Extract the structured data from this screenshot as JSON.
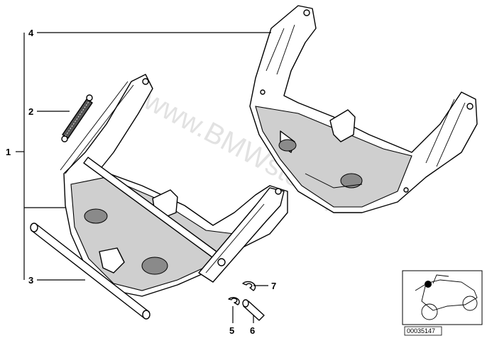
{
  "callouts": {
    "c1": "1",
    "c2": "2",
    "c3": "3",
    "c4": "4",
    "c5": "5",
    "c6": "6",
    "c7": "7"
  },
  "watermark": "www.BMWstore.pl",
  "thumbnail": {
    "code": "00035147",
    "icon": "motorcycle-icon"
  },
  "colors": {
    "line": "#000000",
    "shade": "#cfcfcf",
    "watermark": "#e2e2e2"
  }
}
